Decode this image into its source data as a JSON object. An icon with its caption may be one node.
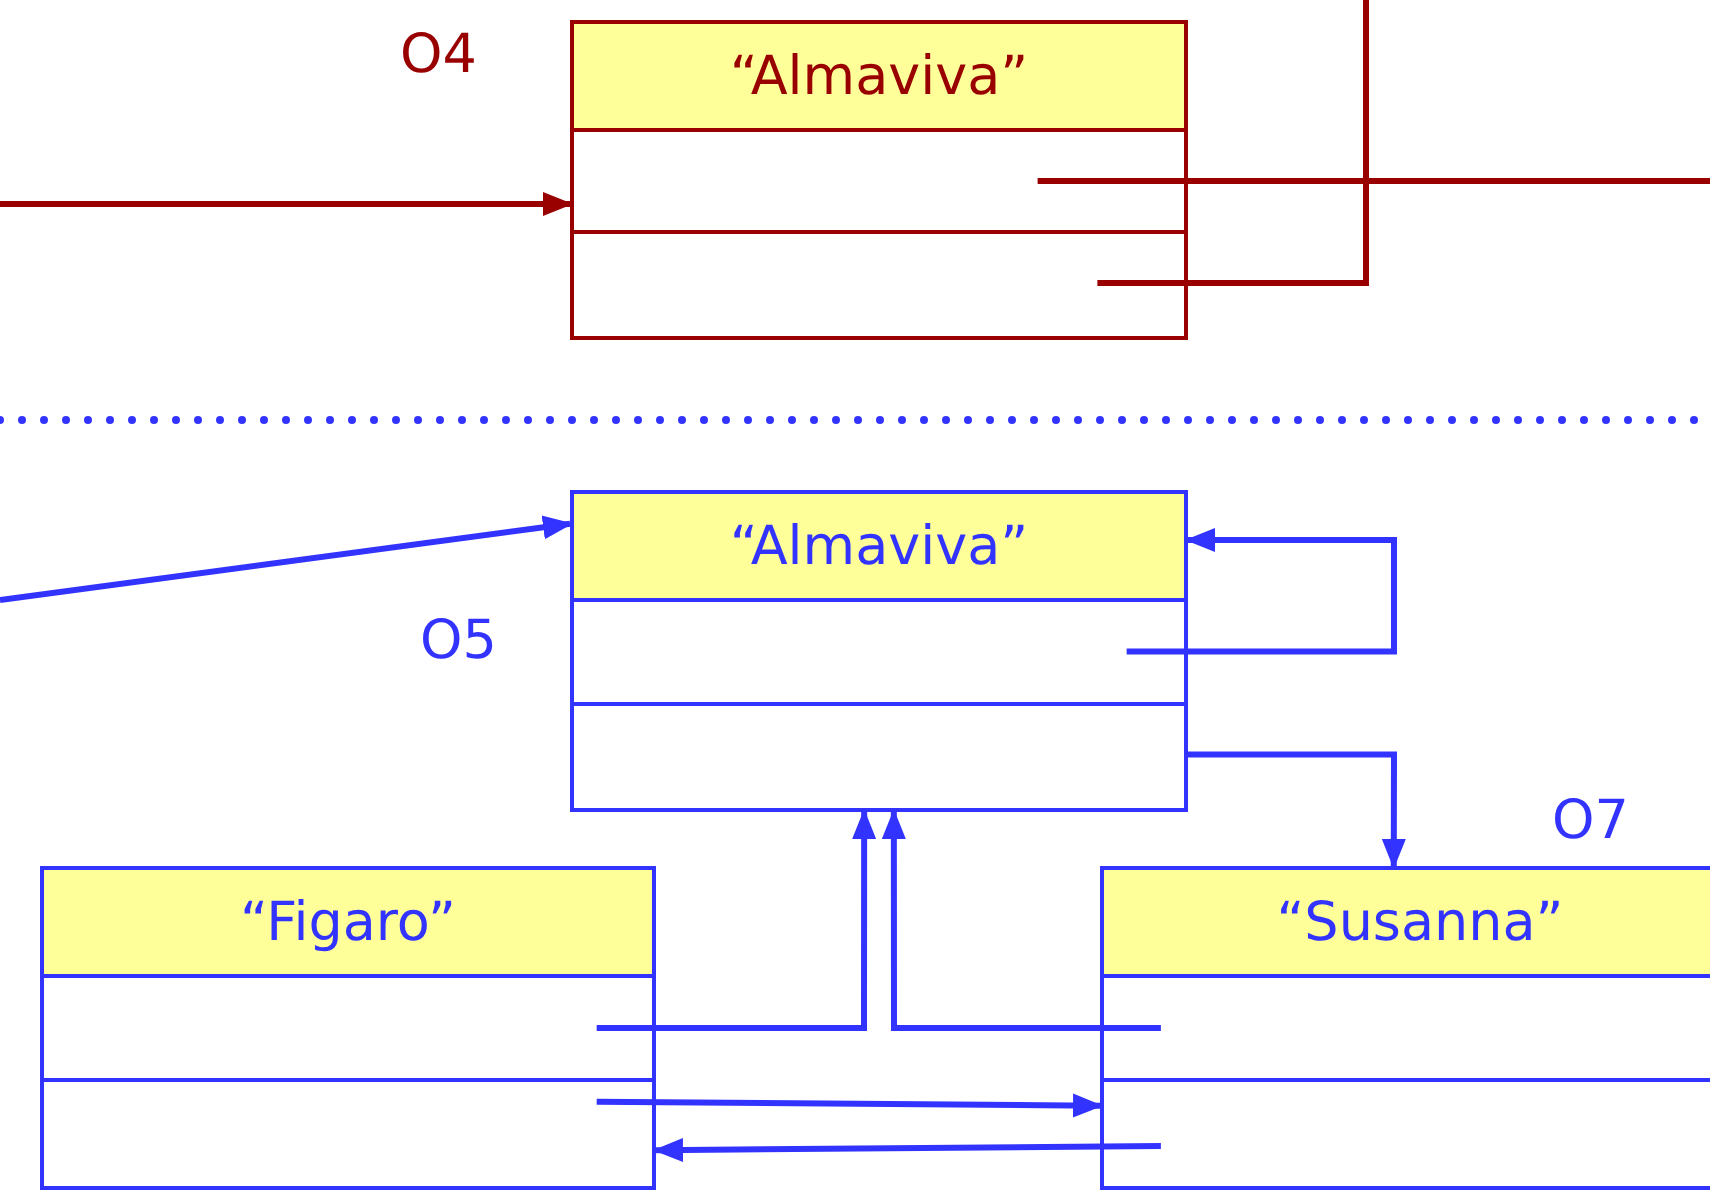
{
  "diagram": {
    "nodes": [
      {
        "text": [
          "“Almaviva”"
        ],
        "beside": [
          "O4"
        ]
      },
      {
        "text": [],
        "shape": "box",
        "in": 0
      },
      {
        "text": [],
        "shape": "box",
        "in": 0
      },
      {
        "text": [
          "“Almaviva”"
        ],
        "beside": [
          "O5"
        ]
      },
      {
        "text": [],
        "shape": "box",
        "in": 3
      },
      {
        "text": [],
        "shape": "box",
        "in": 3
      },
      {
        "text": [
          "“Figaro”"
        ]
      },
      {
        "text": [],
        "shape": "box",
        "in": 6
      },
      {
        "text": [],
        "shape": "box",
        "in": 6
      },
      {
        "text": [
          "“Susanna”"
        ],
        "beside": [
          "O7"
        ]
      },
      {
        "text": [],
        "shape": "box",
        "in": 9
      },
      {
        "text": [],
        "shape": "box",
        "in": 9
      }
    ],
    "edges": [
      {
        "from": null,
        "to": 0,
        "arrow": "to",
        "color": "#990000"
      },
      {
        "from": 1,
        "to": null,
        "arrow": "none",
        "color": "#990000"
      },
      {
        "from": 2,
        "to": null,
        "arrow": "none",
        "color": "#990000"
      },
      {
        "from": null,
        "to": 3,
        "arrow": "to"
      },
      {
        "from": 4,
        "to": 3,
        "arrow": "to"
      },
      {
        "from": 5,
        "to": 9,
        "arrow": "to"
      },
      {
        "from": 7,
        "to": 3,
        "arrow": "to"
      },
      {
        "from": 10,
        "to": 3,
        "arrow": "to"
      },
      {
        "from": 8,
        "to": 9,
        "arrow": "to"
      },
      {
        "from": 11,
        "to": 6,
        "arrow": "to"
      }
    ]
  }
}
